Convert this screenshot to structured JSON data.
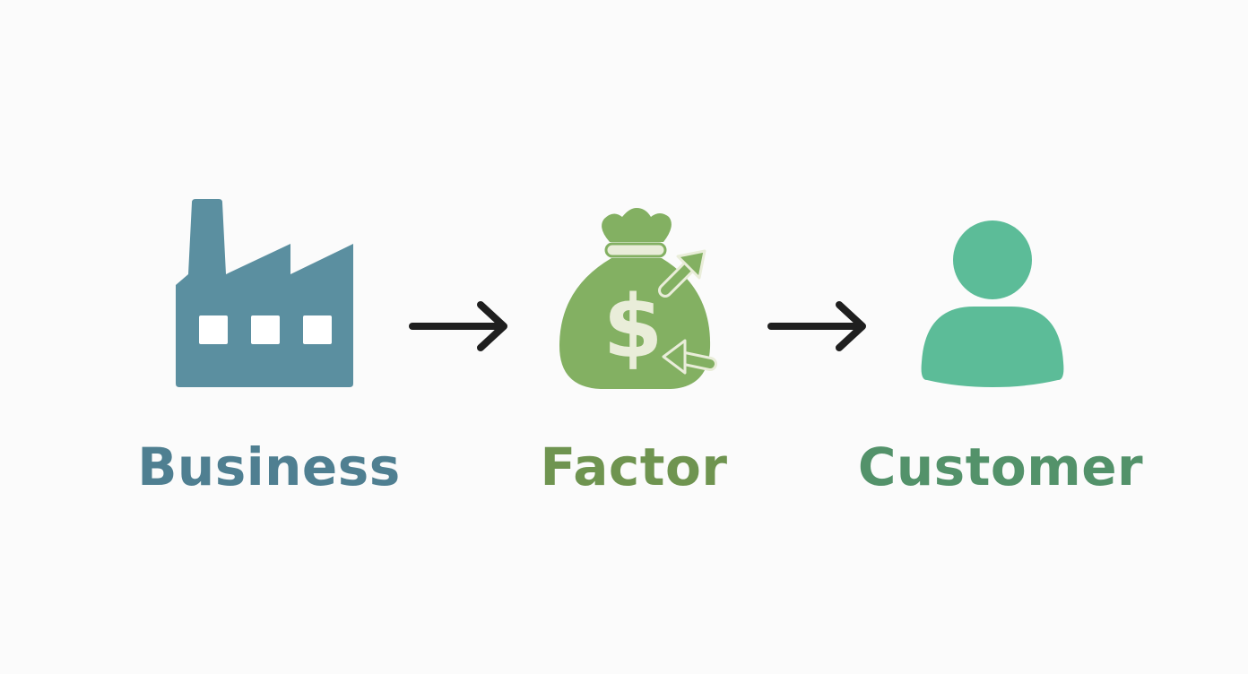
{
  "colors": {
    "business": "#4f7f91",
    "factory_fill": "#5b8fa0",
    "factor": "#6f9450",
    "moneybag_fill": "#83b062",
    "dollar": "#e9edd9",
    "customer": "#53926a",
    "person_fill": "#5cbc98",
    "arrow": "#1f1f1f",
    "background": "#fbfbfb"
  },
  "nodes": [
    {
      "id": "business",
      "label": "Business",
      "icon": "factory-icon"
    },
    {
      "id": "factor",
      "label": "Factor",
      "icon": "money-bag-icon"
    },
    {
      "id": "customer",
      "label": "Customer",
      "icon": "person-icon"
    }
  ],
  "edges": [
    {
      "from": "business",
      "to": "factor"
    },
    {
      "from": "factor",
      "to": "customer"
    }
  ],
  "dollar_symbol": "$"
}
